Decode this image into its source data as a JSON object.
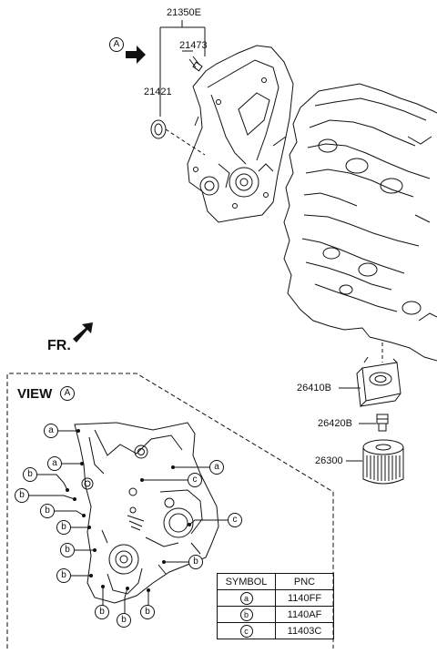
{
  "callouts": {
    "assembly": "21350E",
    "bolt": "21473",
    "seal": "21421",
    "oil_cooler": "26410B",
    "fitting": "26420B",
    "oil_filter": "26300"
  },
  "view_marker": "A",
  "front_label": "FR.",
  "view_title": "VIEW",
  "view_title_marker": "A",
  "fastener_markers": {
    "a": "a",
    "b": "b",
    "c": "c"
  },
  "symbol_table": {
    "headers": [
      "SYMBOL",
      "PNC"
    ],
    "rows": [
      {
        "symbol": "a",
        "pnc": "1140FF"
      },
      {
        "symbol": "b",
        "pnc": "1140AF"
      },
      {
        "symbol": "c",
        "pnc": "11403C"
      }
    ]
  }
}
